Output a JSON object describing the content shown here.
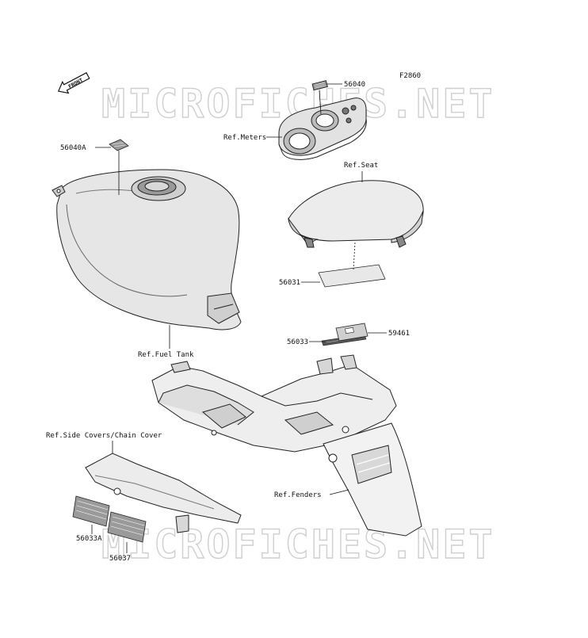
{
  "diagram": {
    "figure_code": "F2860",
    "front_arrow_label": "FRONT",
    "watermark_top": "MICROFICHES.NET",
    "watermark_bottom": "MICROFICHES.NET",
    "labels": {
      "p56040": "56040",
      "p56040A": "56040A",
      "ref_meters": "Ref.Meters",
      "ref_seat": "Ref.Seat",
      "p56031": "56031",
      "ref_fuel_tank": "Ref.Fuel Tank",
      "p56033": "56033",
      "p59461": "59461",
      "ref_side_covers": "Ref.Side Covers/Chain Cover",
      "ref_fenders": "Ref.Fenders",
      "p56033A": "56033A",
      "p56037": "56037"
    }
  }
}
